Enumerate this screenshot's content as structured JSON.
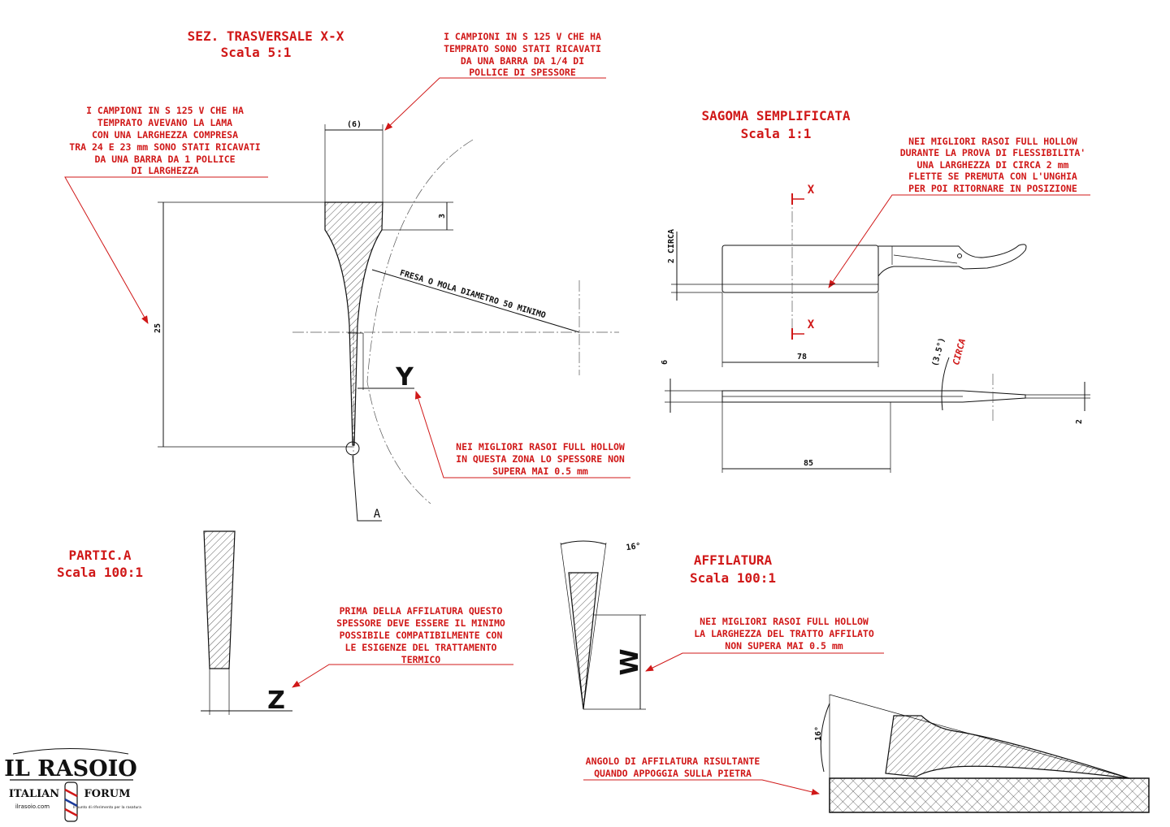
{
  "section": {
    "title": "SEZ. TRASVERSALE X-X",
    "scale": "Scala  5:1",
    "note_top": [
      "I CAMPIONI IN S 125 V CHE HA",
      "TEMPRATO SONO STATI RICAVATI",
      "DA UNA BARRA DA 1/4 DI",
      "POLLICE DI SPESSORE"
    ],
    "note_left": [
      "I CAMPIONI IN S 125 V CHE HA",
      "TEMPRATO AVEVANO LA LAMA",
      "CON UNA LARGHEZZA COMPRESA",
      "TRA 24 E 23 mm SONO STATI RICAVATI",
      "DA UNA BARRA DA 1  POLLICE",
      "DI LARGHEZZA"
    ],
    "note_bottom": [
      "NEI MIGLIORI RASOI FULL HOLLOW",
      "IN QUESTA ZONA LO SPESSORE NON",
      "SUPERA MAI 0.5 mm"
    ],
    "dim_width": "(6)",
    "dim_spine": "3",
    "dim_height": "25",
    "grind_label": "FRESA O MOLA DIAMETRO 50 MINIMO",
    "label_y": "Y",
    "label_a": "A"
  },
  "profile": {
    "title": "SAGOMA SEMPLIFICATA",
    "scale": "Scala  1:1",
    "note": [
      "NEI MIGLIORI RASOI FULL HOLLOW",
      "DURANTE LA PROVA DI FLESSIBILITA'",
      "UNA LARGHEZZA DI CIRCA 2 mm",
      "FLETTE SE PREMUTA CON L'UNGHIA",
      "PER POI RITORNARE IN POSIZIONE"
    ],
    "section_mark": "X",
    "dim_edge": "2 CIRCA",
    "dim_length": "78",
    "dim_total": "85",
    "dim_thickness": "6",
    "dim_tang": "2",
    "angle": "(3.5°)",
    "angle_note": "CIRCA"
  },
  "detail": {
    "title": "PARTIC.A",
    "scale": "Scala  100:1",
    "note": [
      "PRIMA DELLA AFFILATURA QUESTO",
      "SPESSORE DEVE ESSERE IL MINIMO",
      "POSSIBILE COMPATIBILMENTE CON",
      "LE ESIGENZE DEL TRATTAMENTO",
      "TERMICO"
    ],
    "label_z": "Z"
  },
  "sharpening": {
    "title": "AFFILATURA",
    "scale": "Scala  100:1",
    "angle": "16°",
    "label_w": "W",
    "note": [
      "NEI MIGLIORI RASOI FULL HOLLOW",
      "LA LARGHEZZA DEL TRATTO AFFILATO",
      "NON SUPERA MAI 0.5 mm"
    ],
    "stone_note": [
      "ANGOLO DI AFFILATURA RISULTANTE",
      "QUANDO APPOGGIA SULLA PIETRA"
    ],
    "stone_angle": "16°"
  },
  "logo": {
    "name": "IL RASOIO",
    "left": "ITALIAN",
    "right": "FORUM",
    "site": "ilrasoio.com",
    "tagline": "Il punto di riferimento per la rasatura"
  },
  "colors": {
    "annotation": "#d01818",
    "line": "#111111"
  }
}
